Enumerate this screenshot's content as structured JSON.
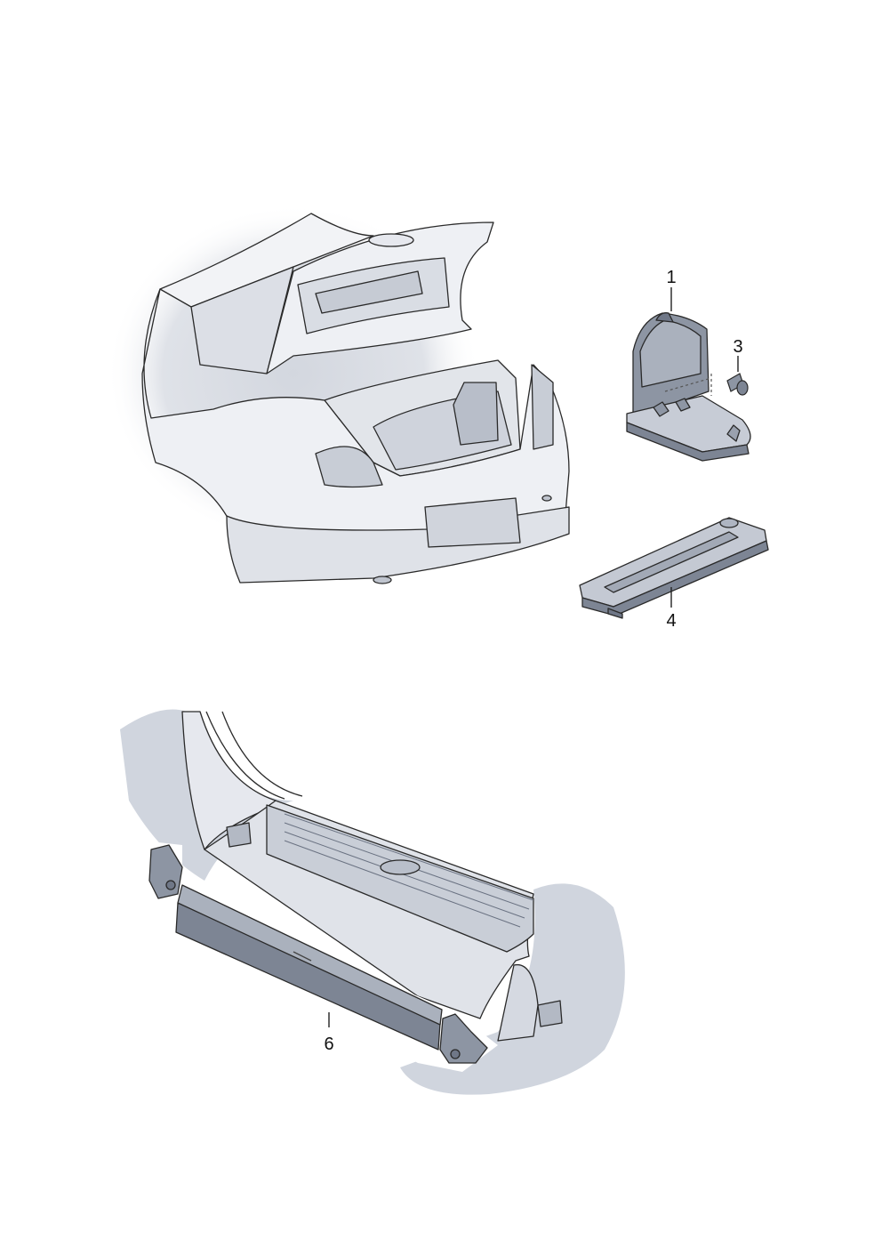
{
  "callouts": [
    {
      "id": "1",
      "label": "1"
    },
    {
      "id": "3",
      "label": "3"
    },
    {
      "id": "4",
      "label": "4"
    },
    {
      "id": "6",
      "label": "6"
    }
  ],
  "colors": {
    "line": "#2a2a2a",
    "body_light": "#eef0f4",
    "body_mid": "#d6dae2",
    "part_mid": "#aeb5c2",
    "part_dark": "#7d8594",
    "halo": "#c7ccd6"
  }
}
